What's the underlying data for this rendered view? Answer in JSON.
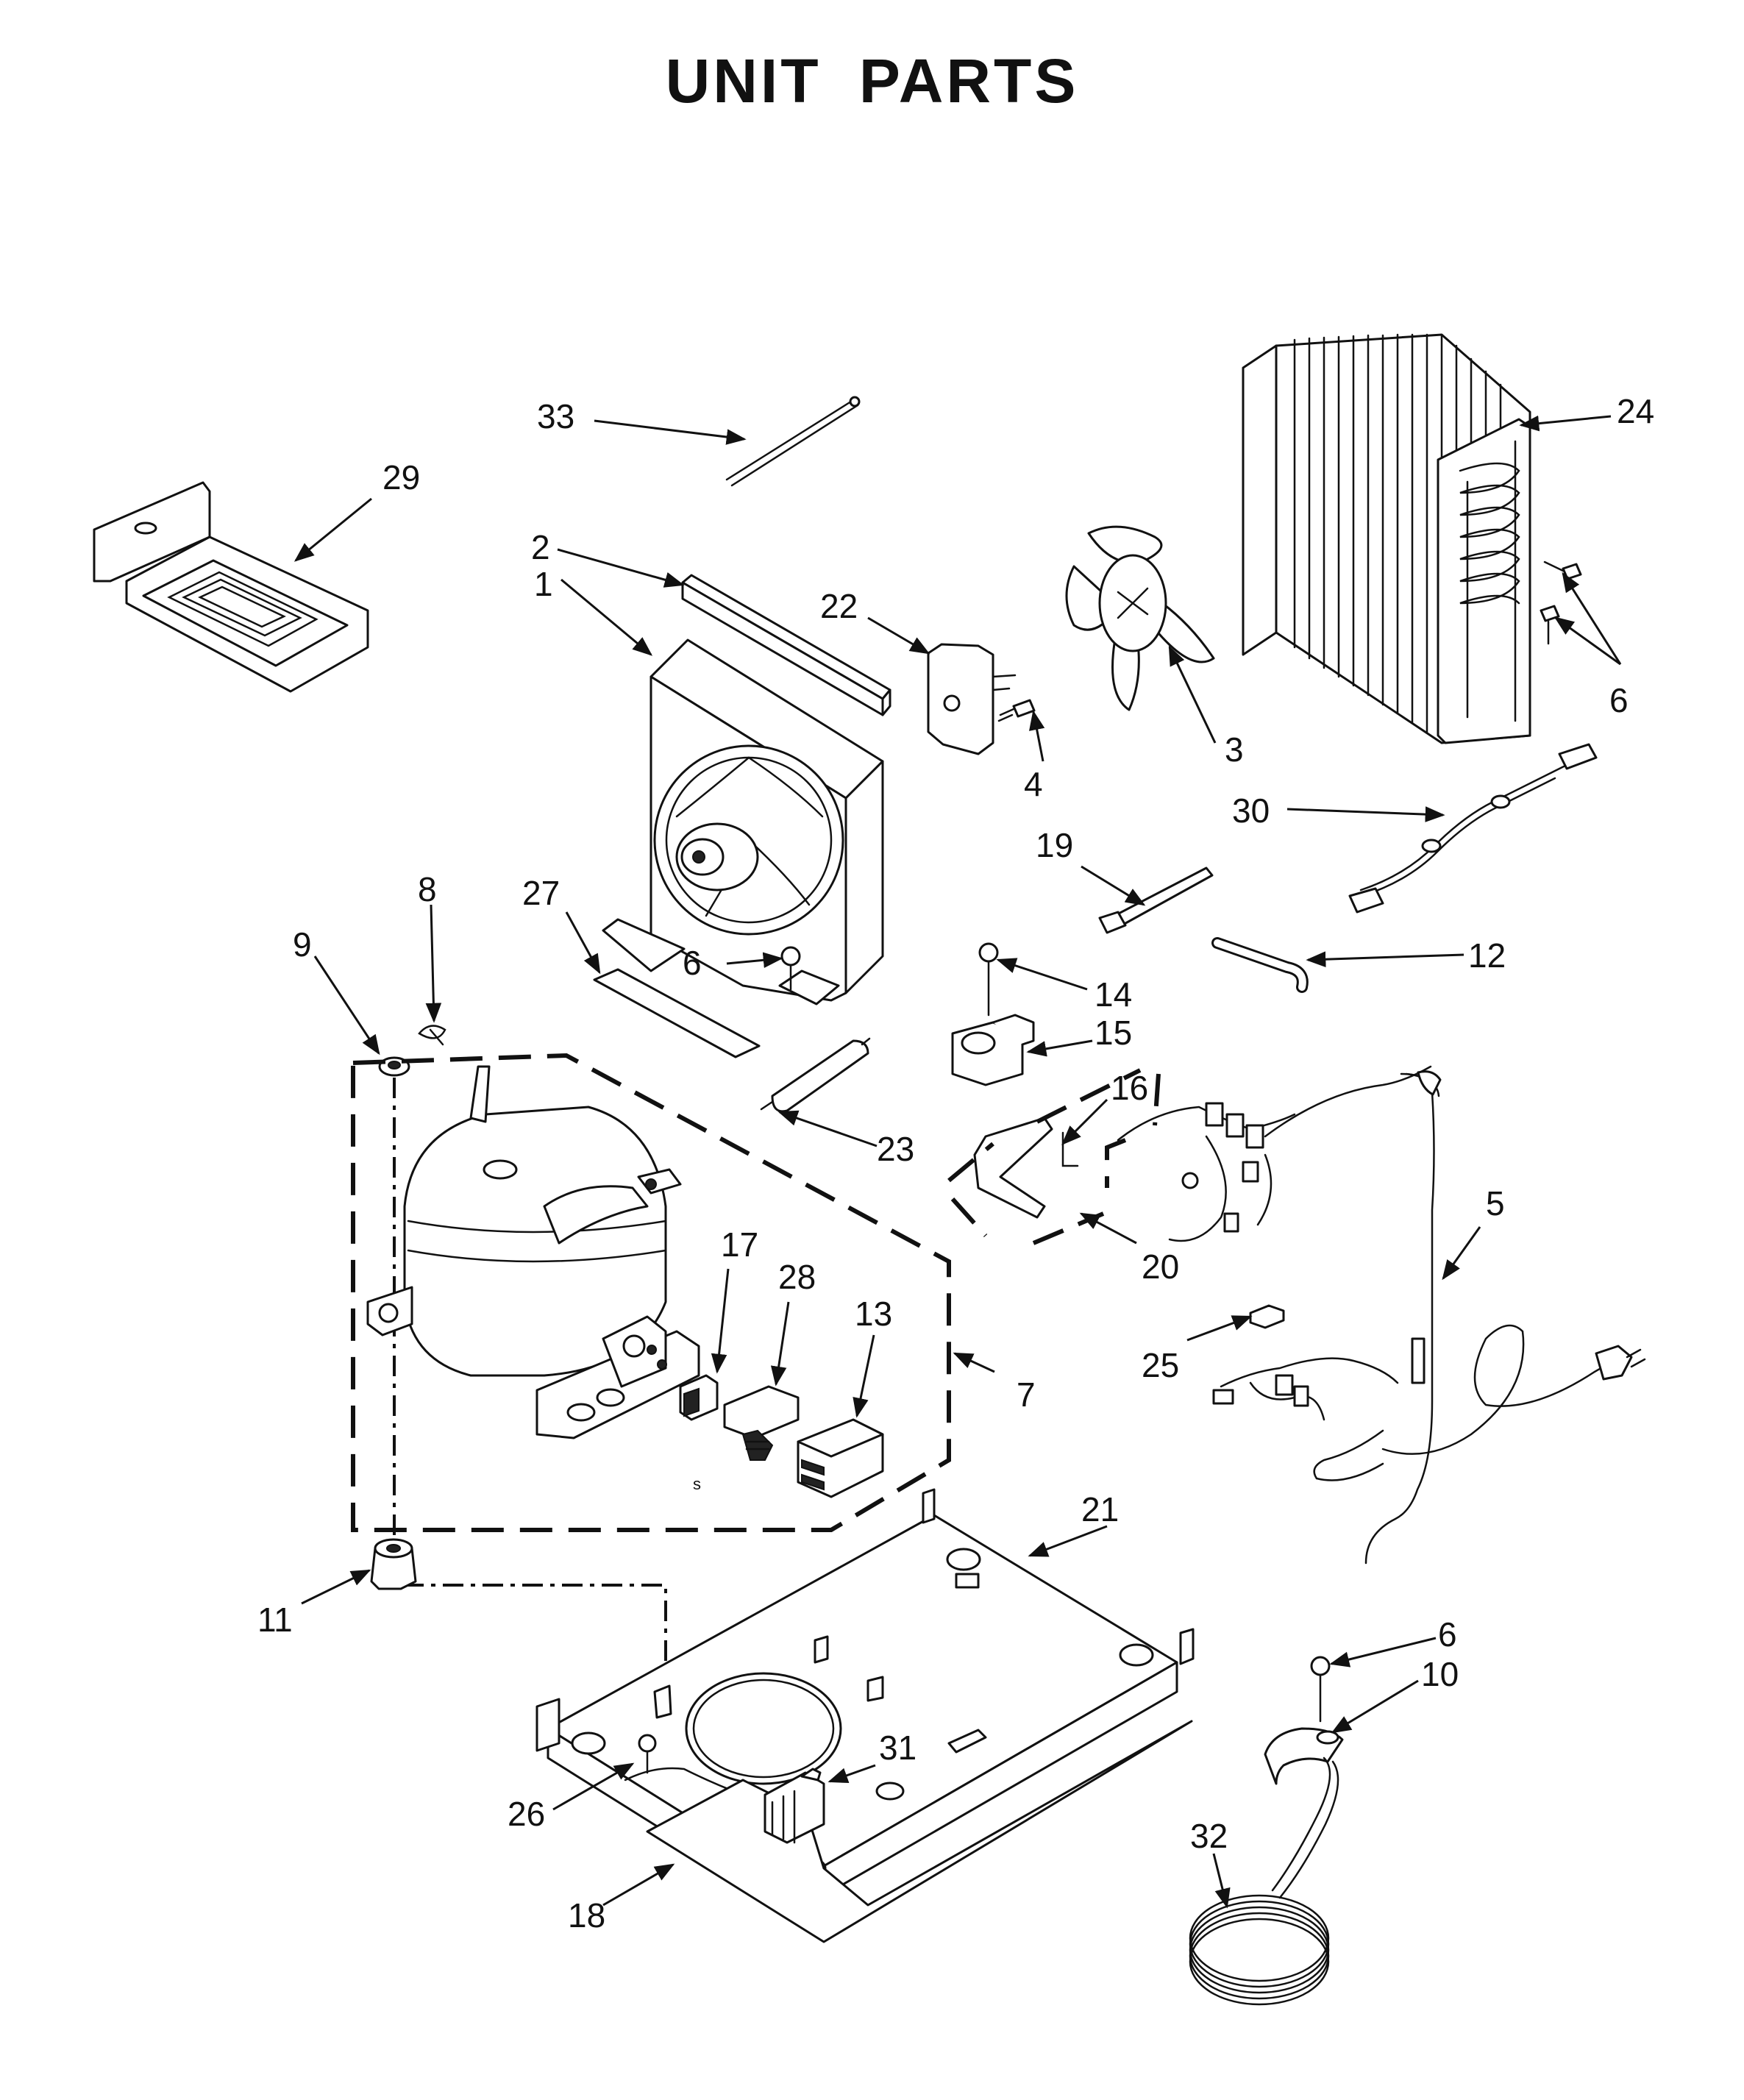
{
  "title": "UNIT PARTS",
  "callouts": {
    "c1": "1",
    "c2": "2",
    "c3": "3",
    "c4": "4",
    "c5": "5",
    "c6a": "6",
    "c6b": "6",
    "c6c": "6",
    "c7": "7",
    "c8": "8",
    "c9": "9",
    "c10": "10",
    "c11": "11",
    "c12": "12",
    "c13": "13",
    "c14": "14",
    "c15": "15",
    "c16": "16",
    "c17": "17",
    "c18": "18",
    "c19": "19",
    "c20": "20",
    "c21": "21",
    "c22": "22",
    "c23": "23",
    "c24": "24",
    "c25": "25",
    "c26": "26",
    "c27": "27",
    "c28": "28",
    "c29": "29",
    "c30": "30",
    "c31": "31",
    "c32": "32",
    "c33": "33",
    "s": "s"
  }
}
